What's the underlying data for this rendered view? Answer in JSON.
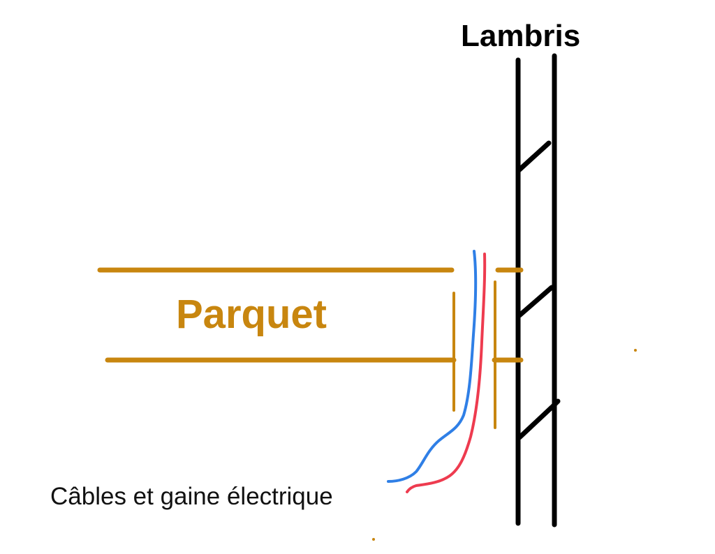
{
  "labels": {
    "wall": "Lambris",
    "floor": "Parquet",
    "cables": "Câbles et gaine électrique"
  },
  "colors": {
    "wall": "#000000",
    "floor": "#C8860F",
    "wire_blue": "#2F7FE6",
    "wire_red": "#EE3B4F",
    "text": "#111111"
  }
}
